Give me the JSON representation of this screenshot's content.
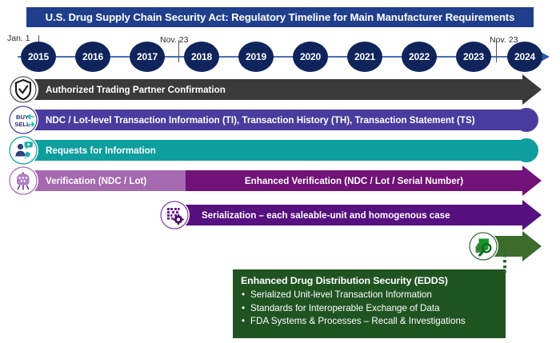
{
  "title": "U.S. Drug Supply Chain Security Act:  Regulatory Timeline for Main Manufacturer Requirements",
  "timeline": {
    "years": [
      "2015",
      "2016",
      "2017",
      "2018",
      "2019",
      "2020",
      "2021",
      "2022",
      "2023",
      "2024"
    ],
    "date_markers": [
      {
        "label": "Jan. 1",
        "year": "2015"
      },
      {
        "label": "Nov. 23",
        "year": "2018"
      },
      {
        "label": "Nov. 23",
        "year": "2024"
      }
    ]
  },
  "rows": [
    {
      "icon": "shield-check-icon",
      "label": "Authorized  Trading Partner Confirmation",
      "color": "#3A3A3A",
      "end": "arrow"
    },
    {
      "icon": "buy-sell-icon",
      "label": "NDC  / Lot-level Transaction Information (TI), Transaction History  (TH),  Transaction  Statement (TS)",
      "color": "#4A3C9E",
      "end": "round"
    },
    {
      "icon": "request-info-icon",
      "label": "Requests  for Information",
      "color": "#0F9E9E",
      "end": "round"
    },
    {
      "icon": "verification-icon",
      "label": "Verification (NDC  / Lot)",
      "label2": "Enhanced Verification (NDC  / Lot / Serial Number)",
      "color": "#A569B0",
      "color2": "#701277",
      "end": "arrow"
    },
    {
      "icon": "serialization-icon",
      "label": "Serialization – each saleable-unit and homogenous case",
      "color": "#56107F",
      "end": "arrow"
    },
    {
      "icon": "edds-search-icon",
      "label": "",
      "color": "#3C6B2C",
      "end": "arrow"
    }
  ],
  "callout": {
    "title": "Enhanced Drug Distribution Security (EDDS)",
    "items": [
      "Serialized Unit-level Transaction Information",
      "Standards for Interoperable Exchange of Data",
      "FDA Systems & Processes – Recall & Investigations"
    ],
    "color": "#1F5421"
  },
  "icon_glyphs": {
    "buy": "BUY",
    "sell": "SELL"
  }
}
